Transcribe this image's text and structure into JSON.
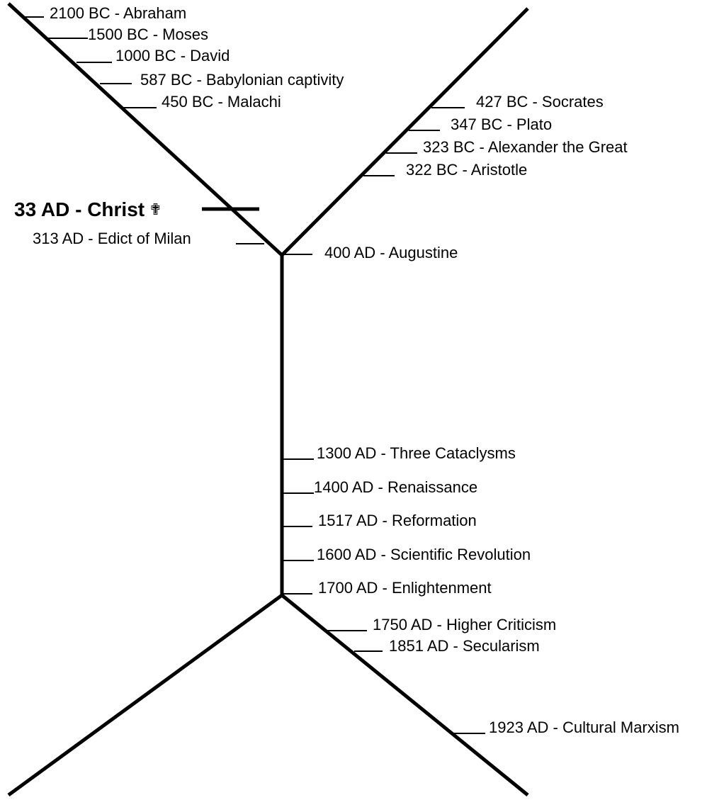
{
  "events": {
    "abraham": "2100 BC - Abraham",
    "moses": "1500 BC - Moses",
    "david": "1000 BC - David",
    "babylon": "587 BC - Babylonian captivity",
    "malachi": "450 BC - Malachi",
    "socrates": "427 BC - Socrates",
    "plato": "347 BC - Plato",
    "alexander": "323 BC - Alexander the Great",
    "aristotle": "322 BC - Aristotle",
    "christ": "33 AD - Christ",
    "christ_symbol": "✟",
    "milan": "313 AD - Edict of Milan",
    "augustine": "400 AD - Augustine",
    "cataclysms": "1300 AD - Three Cataclysms",
    "renaissance": "1400 AD - Renaissance",
    "reformation": "1517 AD - Reformation",
    "scientific": "1600 AD - Scientific Revolution",
    "enlightenment": "1700 AD - Enlightenment",
    "criticism": "1750 AD - Higher Criticism",
    "secularism": "1851 AD - Secularism",
    "marxism": "1923 AD - Cultural Marxism"
  }
}
